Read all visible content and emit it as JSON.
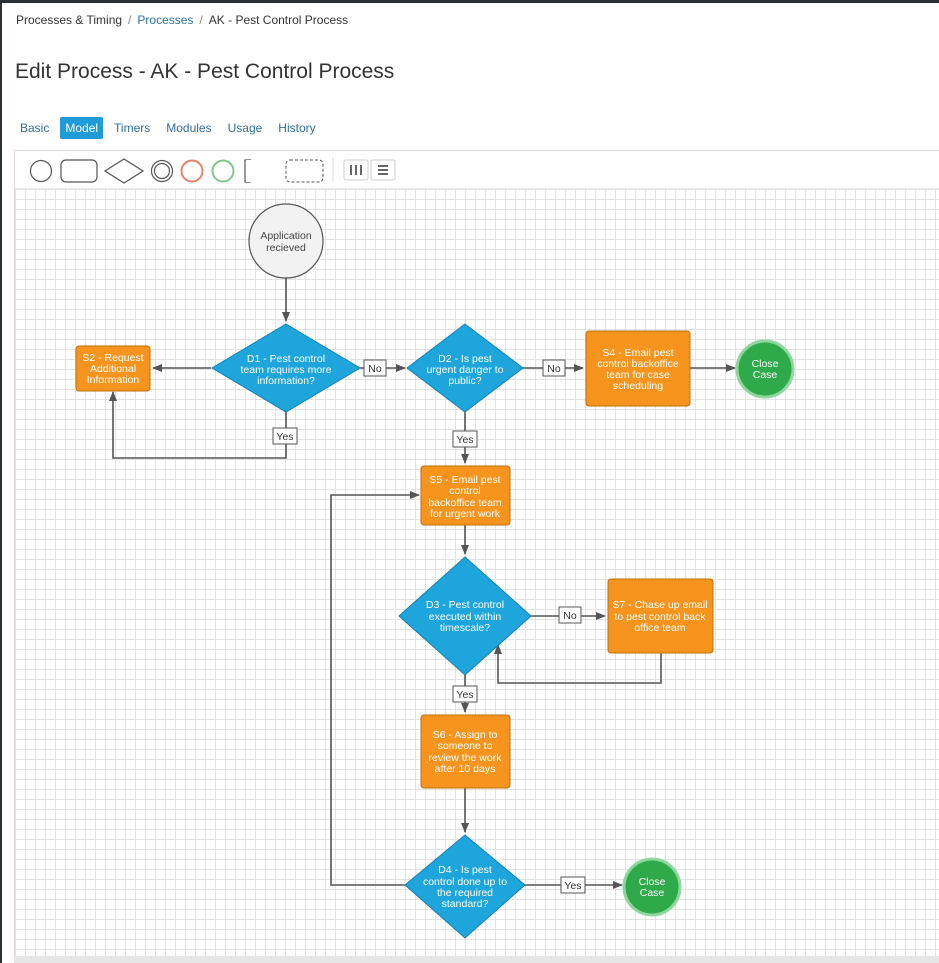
{
  "breadcrumb": {
    "item1": "Processes & Timing",
    "item2": "Processes",
    "item3": "AK - Pest Control Process"
  },
  "page_title": "Edit Process - AK - Pest Control Process",
  "tabs": [
    {
      "label": "Basic"
    },
    {
      "label": "Model"
    },
    {
      "label": "Timers"
    },
    {
      "label": "Modules"
    },
    {
      "label": "Usage"
    },
    {
      "label": "History"
    }
  ],
  "toolbar": {
    "tools": [
      "start-event",
      "task",
      "gateway",
      "intermediate-event",
      "end-event-red",
      "end-event-green",
      "annotation",
      "group"
    ],
    "layout_buttons": [
      "vertical-layout-icon",
      "horizontal-layout-icon"
    ]
  },
  "colors": {
    "task": "#f7941d",
    "gateway": "#1ea6dc",
    "end": "#2eaa4a",
    "start": "#f2f2f2",
    "accent": "#1f9bd7"
  },
  "flow": {
    "start": {
      "line1": "Application",
      "line2": "recieved"
    },
    "s2": {
      "line1": "S2 - Request",
      "line2": "Additional",
      "line3": "Information"
    },
    "d1": {
      "line1": "D1 - Pest control",
      "line2": "team requires more",
      "line3": "information?"
    },
    "d2": {
      "line1": "D2 - Is pest",
      "line2": "urgent danger to",
      "line3": "public?"
    },
    "s4": {
      "line1": "S4 - Email pest",
      "line2": "control backoffice",
      "line3": "team for case",
      "line4": "scheduling"
    },
    "close1": {
      "line1": "Close",
      "line2": "Case"
    },
    "s5": {
      "line1": "S5 - Email pest",
      "line2": "control",
      "line3": "backoffice team",
      "line4": "for urgent work"
    },
    "d3": {
      "line1": "D3 - Pest control",
      "line2": "executed within",
      "line3": "timescale?"
    },
    "s7": {
      "line1": "S7 - Chase up email",
      "line2": "to pest control back",
      "line3": "office team"
    },
    "s6": {
      "line1": "S6 - Assign to",
      "line2": "someone to",
      "line3": "review the work",
      "line4": "after 10 days"
    },
    "d4": {
      "line1": "D4 - Is pest",
      "line2": "control done up to",
      "line3": "the required",
      "line4": "standard?"
    },
    "close2": {
      "line1": "Close",
      "line2": "Case"
    },
    "labels": {
      "d1_yes": "Yes",
      "d1_no": "No",
      "d2_no": "No",
      "d2_yes": "Yes",
      "d3_no": "No",
      "d3_yes": "Yes",
      "d4_yes": "Yes"
    }
  }
}
